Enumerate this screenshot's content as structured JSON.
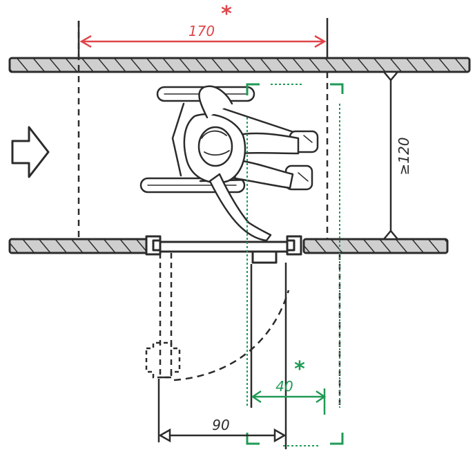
{
  "colors": {
    "ink": "#2b2b2b",
    "red": "#e0454a",
    "green": "#1f9a55",
    "wall_fill": "#9a9a9a"
  },
  "icons": {
    "entry_arrow": "direction-arrow-icon",
    "wheelchair_user": "wheelchair-user-icon"
  },
  "dimensions": {
    "top_width": {
      "value": "170",
      "marker": "*"
    },
    "corridor_depth": {
      "value": "≥120"
    },
    "door_clear_width": {
      "value": "90"
    },
    "side_clearance": {
      "value": "40",
      "marker": "*"
    }
  }
}
